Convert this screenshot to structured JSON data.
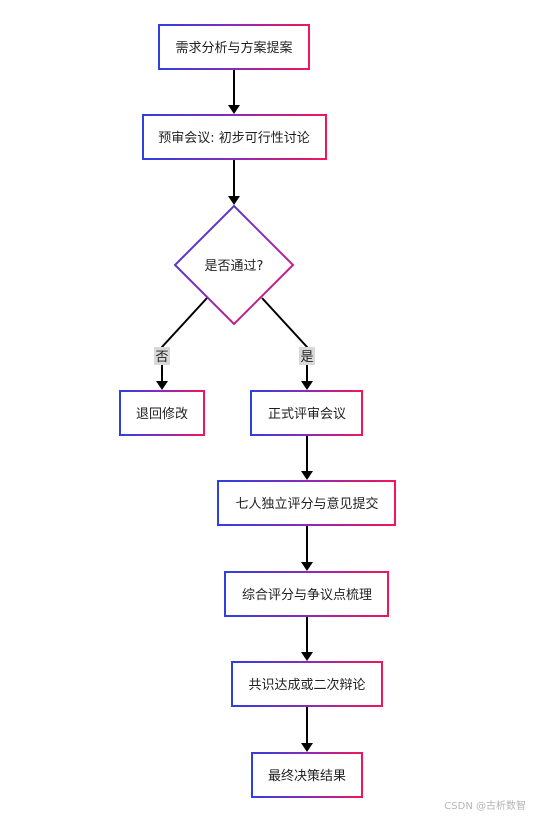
{
  "nodes": {
    "n1": "需求分析与方案提案",
    "n2": "预审会议: 初步可行性讨论",
    "d1": "是否通过?",
    "n3": "退回修改",
    "n4": "正式评审会议",
    "n5": "七人独立评分与意见提交",
    "n6": "综合评分与争议点梳理",
    "n7": "共识达成或二次辩论",
    "n8": "最终决策结果"
  },
  "edges": {
    "no_label": "否",
    "yes_label": "是"
  },
  "watermark": "CSDN @古析数智",
  "colors": {
    "gradient_start": "#2f3fe0",
    "gradient_mid": "#8a2bb8",
    "gradient_end": "#f2155a",
    "arrow": "#000000"
  }
}
